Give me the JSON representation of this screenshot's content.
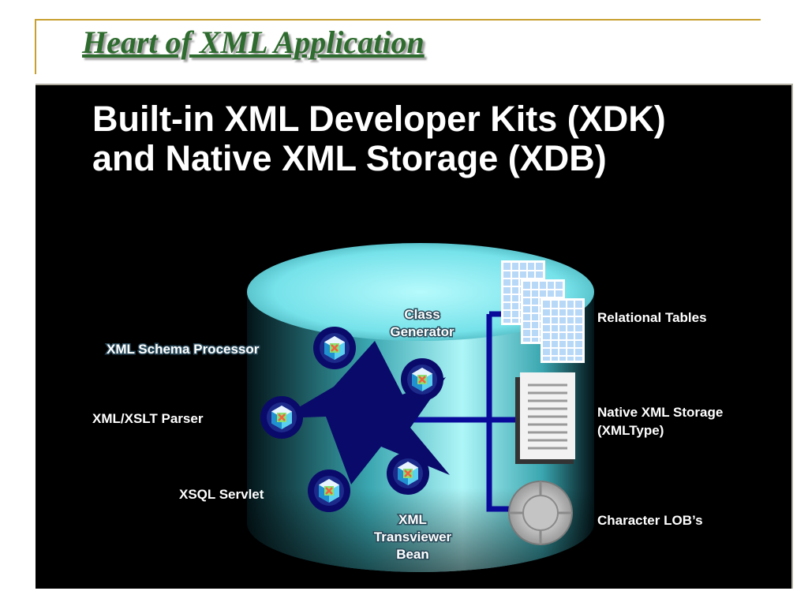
{
  "slide": {
    "title": "Heart of XML Application"
  },
  "panel": {
    "heading_line1": "Built-in XML Developer Kits (XDK)",
    "heading_line2": "and Native XML Storage (XDB)"
  },
  "components": {
    "schema_processor": "XML Schema Processor",
    "class_generator_line1": "Class",
    "class_generator_line2": "Generator",
    "xslt_parser": "XML/XSLT Parser",
    "xsql_servlet": "XSQL Servlet",
    "transviewer_line1": "XML",
    "transviewer_line2": "Transviewer",
    "transviewer_line3": "Bean"
  },
  "storage": {
    "relational_tables": "Relational Tables",
    "native_storage_line1": "Native XML Storage",
    "native_storage_line2": "(XMLType)",
    "character_lobs": "Character LOB’s"
  },
  "colors": {
    "title_green": "#2e6b2e",
    "accent_gold": "#c8a030",
    "cylinder_cyan": "#7fe8ee",
    "hub_navy": "#0a0a6a"
  }
}
